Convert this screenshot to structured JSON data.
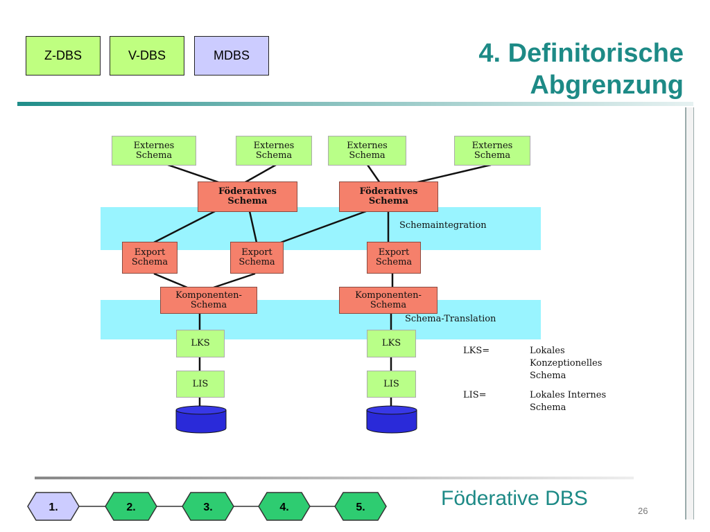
{
  "header": {
    "tabs": [
      {
        "label": "Z-DBS",
        "color": "#bfff80"
      },
      {
        "label": "V-DBS",
        "color": "#bfff80"
      },
      {
        "label": "MDBS",
        "color": "#ccccff"
      }
    ],
    "title_line1": "4. Definitorische",
    "title_line2": "Abgrenzung"
  },
  "diagram": {
    "external": [
      "Externes\nSchema",
      "Externes\nSchema",
      "Externes\nSchema",
      "Externes\nSchema"
    ],
    "federated": [
      "Föderatives\nSchema",
      "Föderatives\nSchema"
    ],
    "export": [
      "Export\nSchema",
      "Export\nSchema",
      "Export\nSchema"
    ],
    "component": [
      "Komponenten-\nSchema",
      "Komponenten-\nSchema"
    ],
    "lks": [
      "LKS",
      "LKS"
    ],
    "lis": [
      "LIS",
      "LIS"
    ],
    "band_labels": {
      "integration": "Schemaintegration",
      "translation": "Schema-Translation"
    },
    "legend": {
      "lks_key": "LKS=",
      "lks_value": "Lokales\nKonzeptionelles\nSchema",
      "lis_key": "LIS=",
      "lis_value": "Lokales Internes\nSchema"
    },
    "colors": {
      "band": "#99f4ff",
      "green_box": "#b9ff88",
      "salmon_box": "#f5806b",
      "database": "#2a2ad9"
    }
  },
  "footer": {
    "steps": [
      "1.",
      "2.",
      "3.",
      "4.",
      "5."
    ],
    "title": "Föderative DBS",
    "page_number": "26"
  }
}
